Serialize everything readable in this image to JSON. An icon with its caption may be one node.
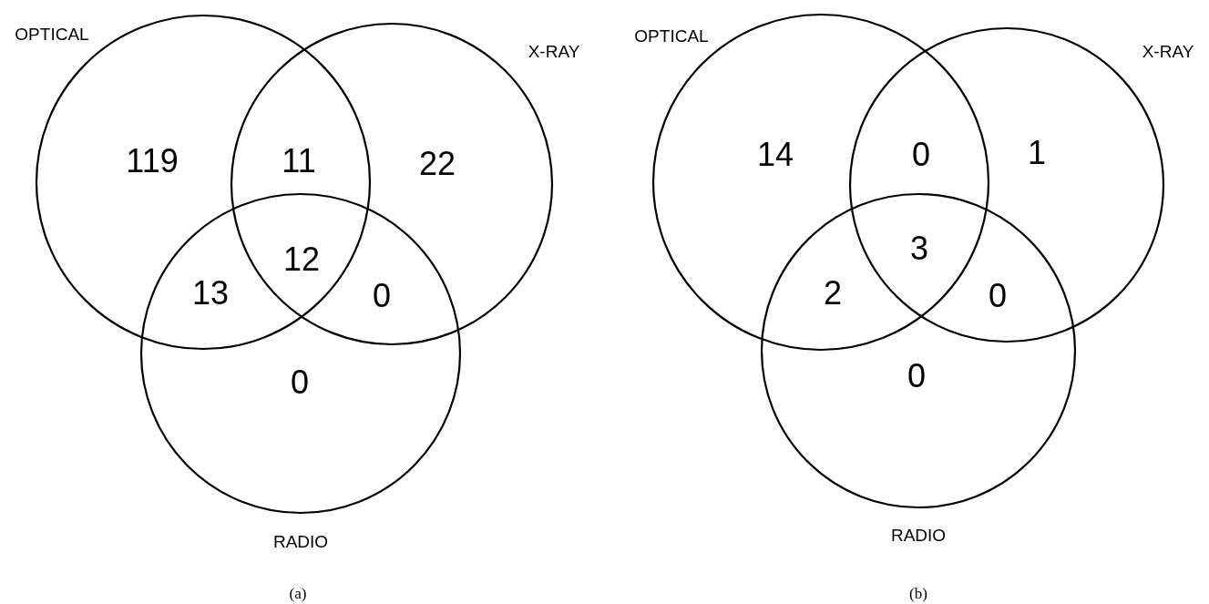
{
  "diagram": {
    "nodes": [
      {
        "text": [
          "OPTICAL"
        ]
      },
      {
        "text": [
          "X-RAY"
        ]
      },
      {
        "text": [
          "RADIO"
        ]
      },
      {
        "text": [
          "OPTICAL"
        ]
      },
      {
        "text": [
          "X-RAY"
        ]
      },
      {
        "text": [
          "RADIO"
        ]
      }
    ],
    "labels": [
      "119",
      "11",
      "22",
      "12",
      "13",
      "0",
      "0",
      "(a)",
      "14",
      "0",
      "1",
      "3",
      "2",
      "0",
      "0",
      "(b)"
    ]
  }
}
